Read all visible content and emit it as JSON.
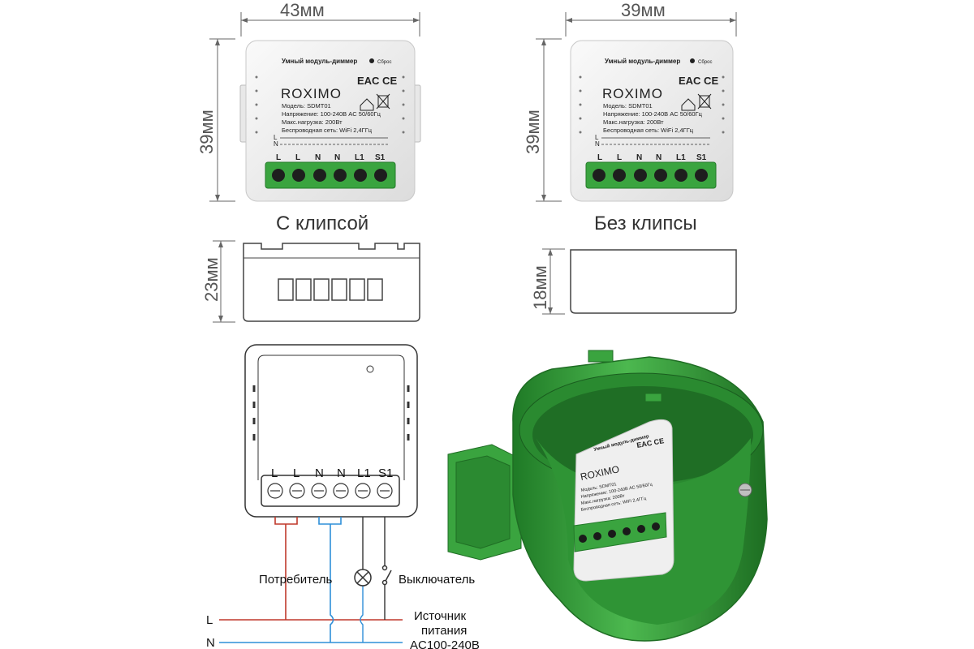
{
  "dimensions": {
    "front_clip_width": "43мм",
    "front_noclip_width": "39мм",
    "front_clip_height": "39мм",
    "front_noclip_height": "39мм",
    "side_clip_height": "23мм",
    "side_noclip_height": "18мм"
  },
  "captions": {
    "with_clip": "С клипсой",
    "without_clip": "Без клипсы"
  },
  "module_label": {
    "title": "Умный модуль-диммер",
    "reset": "Сброс",
    "brand": "ROXIMO",
    "cert": "EAC CE",
    "model": "Модель: SDMT01",
    "voltage": "Напряжение: 100-240В AC 50/60Гц",
    "load": "Макс.нагрузка: 200Вт",
    "wireless": "Беспроводная сеть: WiFi 2,4ГГц",
    "line_l": "L",
    "line_n": "N",
    "terminals": [
      "L",
      "L",
      "N",
      "N",
      "L1",
      "S1"
    ]
  },
  "wiring": {
    "terminals": [
      "L",
      "L",
      "N",
      "N",
      "L1",
      "S1"
    ],
    "consumer": "Потребитель",
    "switch": "Выключатель",
    "line_l": "L",
    "line_n": "N",
    "source_line1": "Источник",
    "source_line2": "питания",
    "source_line3": "AC100-240В"
  },
  "colors": {
    "green": "#3aa43f",
    "dark_green": "#247a2a",
    "wire_red": "#c0392b",
    "wire_blue": "#2f8fd8",
    "wire_black": "#333333",
    "outline": "#444444"
  }
}
